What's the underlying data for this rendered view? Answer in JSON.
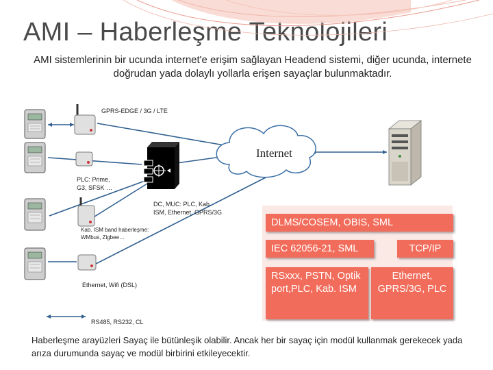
{
  "header": {
    "title": "AMI – Haberleşme Teknolojileri",
    "subtitle": "AMI sistemlerinin bir ucunda internet'e erişim sağlayan Headend sistemi, diğer ucunda, internete doğrudan yada dolaylı yollarla erişen sayaçlar bulunmaktadır."
  },
  "diagram": {
    "cloud_label": "Internet",
    "labels": {
      "gprs": "GPRS-EDGE / 3G / LTE",
      "plc": "PLC: Prime, G3, SFSK …",
      "dc": "DC, MUC: PLC, Kab. ISM, Ethernet, GPRS/3G",
      "ism": "Kab. ISM band haberleşme: WMbus, Zigbee…",
      "ethernet": "Ethernet, Wifi (DSL)",
      "rs485": "RS485, RS232, CL"
    },
    "boxes": {
      "dlms": "DLMS/COSEM, OBIS, SML",
      "iec": "IEC 62056-21, SML",
      "tcp": "TCP/IP",
      "rs": "RSxxx, PSTN, Optik port,PLC, Kab. ISM",
      "eth": "Ethernet, GPRS/3G, PLC"
    }
  },
  "footer": {
    "text": "Haberleşme arayüzleri Sayaç ile bütünleşik olabilir. Ancak her bir sayaç için modül kullanmak gerekecek yada arıza durumunda sayaç ve modül birbirini etkileyecektir."
  }
}
